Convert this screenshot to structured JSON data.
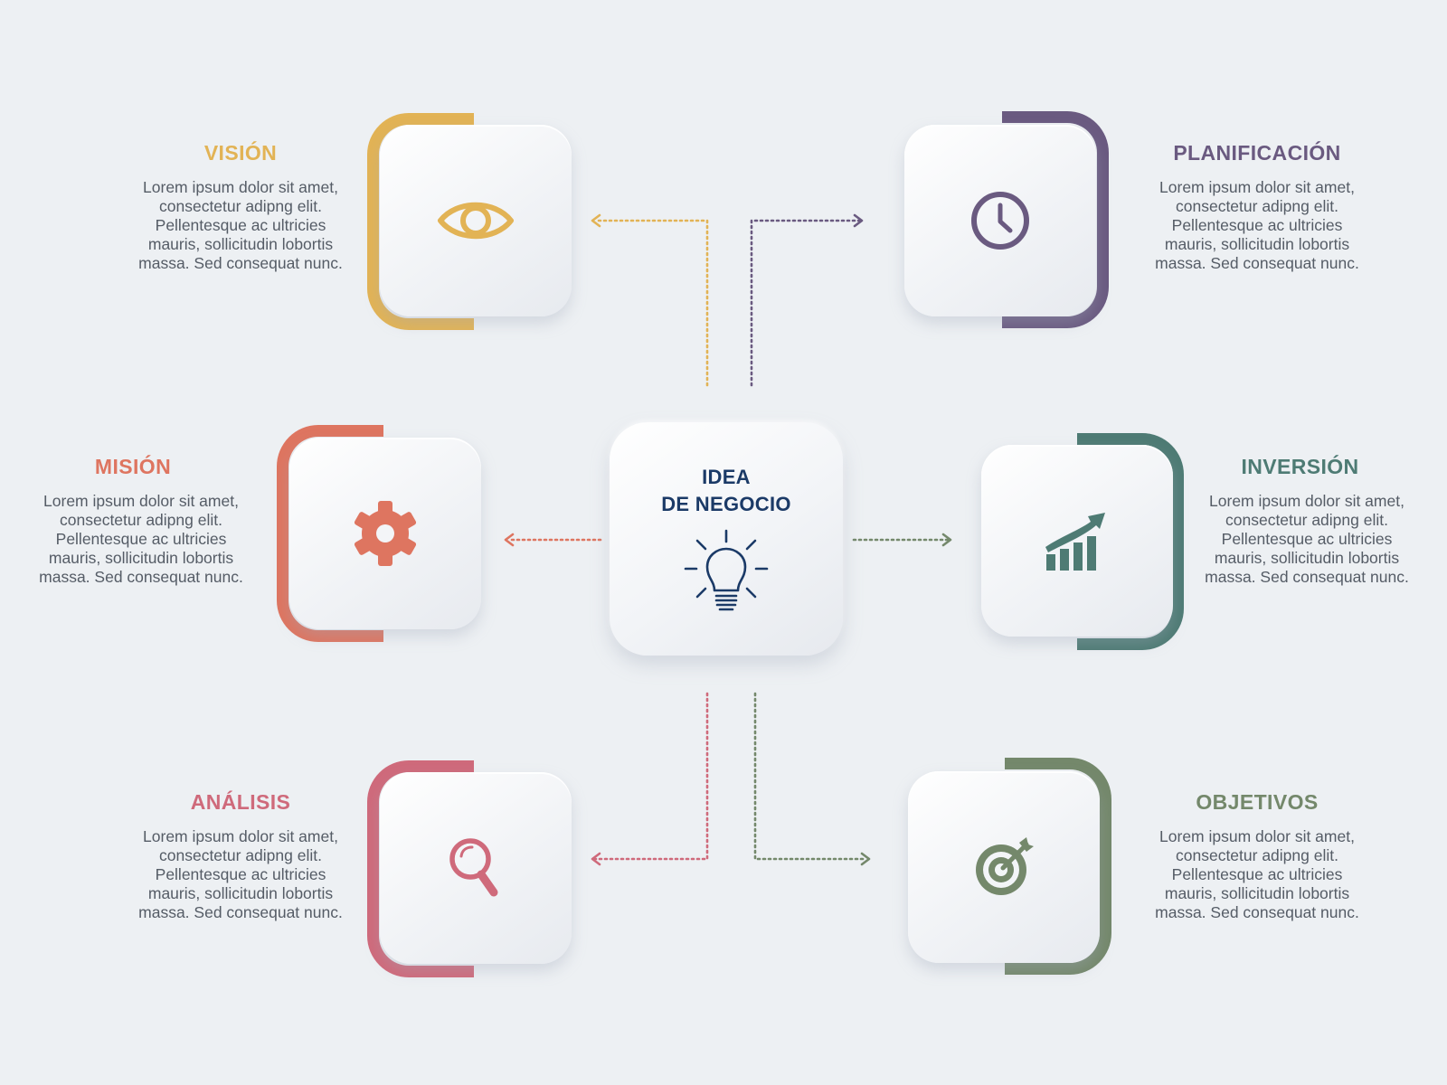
{
  "center": {
    "title_line1": "IDEA",
    "title_line2": "DE NEGOCIO",
    "icon": "lightbulb-icon",
    "color": "#1b3a67"
  },
  "nodes": {
    "vision": {
      "title": "VISIÓN",
      "text": "Lorem ipsum dolor sit amet, consectetur adipng elit. Pellentesque ac ultricies mauris, sollicitudin lobortis massa. Sed consequat nunc.",
      "icon": "eye-icon",
      "color": "#e2b355"
    },
    "planificacion": {
      "title": "PLANIFICACIÓN",
      "text": "Lorem ipsum dolor sit amet, consectetur adipng elit. Pellentesque ac ultricies mauris, sollicitudin lobortis massa. Sed consequat nunc.",
      "icon": "clock-icon",
      "color": "#6a5a80"
    },
    "mision": {
      "title": "MISIÓN",
      "text": "Lorem ipsum dolor sit amet, consectetur adipng elit. Pellentesque ac ultricies mauris, sollicitudin lobortis massa. Sed consequat nunc.",
      "icon": "gear-icon",
      "color": "#de7560"
    },
    "inversion": {
      "title": "INVERSIÓN",
      "text": "Lorem ipsum dolor sit amet, consectetur adipng elit. Pellentesque ac ultricies mauris, sollicitudin lobortis massa. Sed consequat nunc.",
      "icon": "growth-chart-icon",
      "color": "#4e7b74"
    },
    "analisis": {
      "title": "ANÁLISIS",
      "text": "Lorem ipsum dolor sit amet, consectetur adipng elit. Pellentesque ac ultricies mauris, sollicitudin lobortis massa. Sed consequat nunc.",
      "icon": "magnifier-icon",
      "color": "#cf6a7b"
    },
    "objetivos": {
      "title": "OBJETIVOS",
      "text": "Lorem ipsum dolor sit amet, consectetur adipng elit. Pellentesque ac ultricies mauris, sollicitudin lobortis massa. Sed consequat nunc.",
      "icon": "target-icon",
      "color": "#74886b"
    }
  }
}
